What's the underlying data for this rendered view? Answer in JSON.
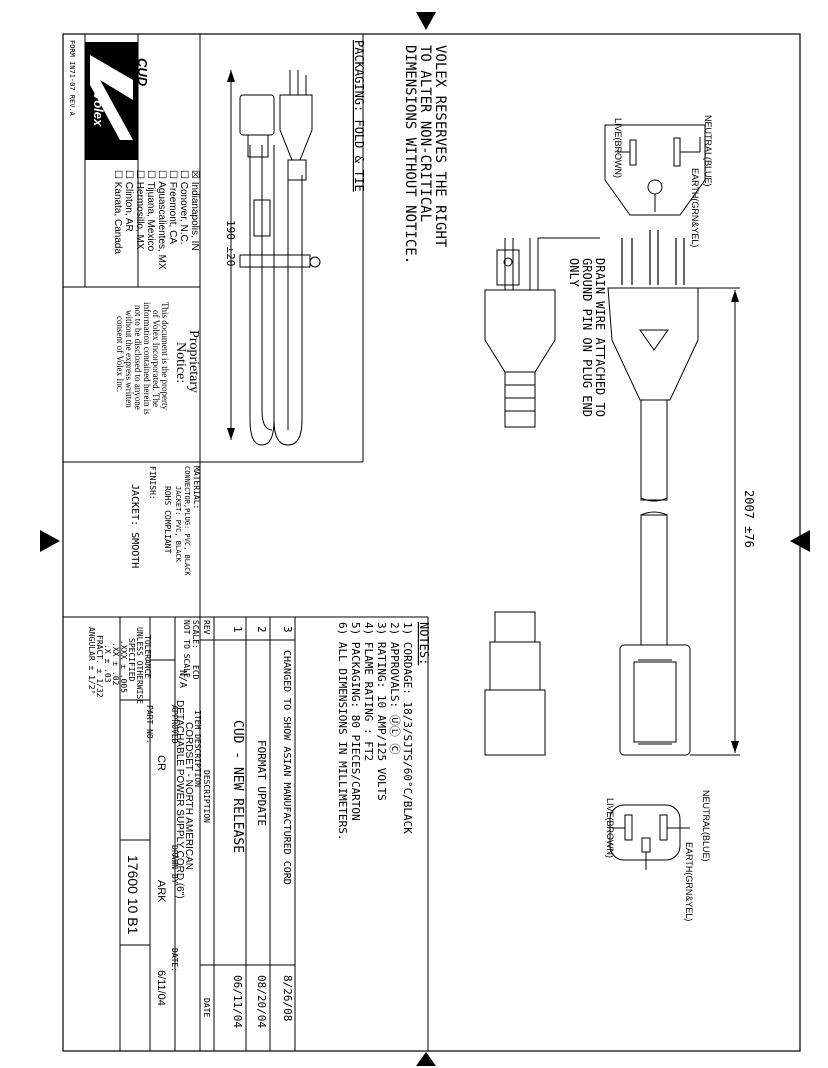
{
  "notice": {
    "line1": "VOLEX RESERVES THE RIGHT",
    "line2": "TO ALTER NON-CRITICAL",
    "line3": "DIMENSIONS WITHOUT NOTICE."
  },
  "packaging": "PACKAGING: FOLD & TIE",
  "drain_wire": {
    "line1": "DRAIN WIRE ATTACHED TO",
    "line2": "GROUND PIN ON PLUG END",
    "line3": "ONLY"
  },
  "plug_face": {
    "neutral": "NEUTRAL(BLUE)",
    "live": "LIVE(BROWN)",
    "earth": "EARTH(GRN&YEL)"
  },
  "connector_face": {
    "neutral": "NEUTRAL(BLUE)",
    "live": "LIVE(BROWN)",
    "earth": "EARTH(GRN&YEL)"
  },
  "dimensions": {
    "overall": "2007 ±76",
    "fold": "190 ±20"
  },
  "notes": {
    "title": "NOTES:",
    "items": [
      "1) CORDAGE: 18/3/SJTS/60°C/BLACK",
      "2) APPROVALS: ⓊⓁ Ⓒ",
      "3) RATING: 10 AMP/125 VOLTS",
      "4) FLAME RATING : FT2",
      "5) PACKAGING: 80 PIECES/CARTON",
      "6) ALL DIMENSIONS IN MILLIMETERS."
    ]
  },
  "revisions": {
    "header_rev": "REV",
    "header_desc": "DESCRIPTION",
    "header_date": "DATE",
    "rows": [
      {
        "rev": "3",
        "desc": "CHANGED TO SHOW ASIAN MANUFACTURED CORD",
        "date": "8/26/08"
      },
      {
        "rev": "2",
        "desc": "FORMAT UPDATE",
        "date": "08/20/04"
      },
      {
        "rev": "1",
        "desc": "CUD - NEW RELEASE",
        "date": "06/11/04"
      }
    ]
  },
  "title_block": {
    "scale_label": "SCALE:",
    "scale_value": "NOT TO SCALE",
    "ecd_label": "ECD",
    "ecd_value": "N/A",
    "item_desc_label": "ITEM DESCRIPTION",
    "item_desc_1": "CORDSET - NORTH AMERICAN",
    "item_desc_2": "DETACHABLE POWER SUPPLY CORD (6\")",
    "approved_label": "APPROVED",
    "approved_value": "CR",
    "drawn_label": "DRAWN BY",
    "drawn_value": "ARK",
    "date_label": "DATE:",
    "date_value": "6/11/04",
    "part_label": "PART NO.",
    "part_value": "17600 10 B1",
    "tolerance": [
      "TOLERANCE",
      "UNLESS OTHERWISE",
      "SPECIFIED",
      ".XXX ± .005",
      ".XX ± .02",
      ".X ± .03",
      "FRACT. ± 1/32",
      "ANGULAR ± 1/2°"
    ]
  },
  "material": {
    "label": "MATERIAL:",
    "line1": "CONNECTOR,PLUG: PVC, BLACK",
    "line2": "JACKET: PVC, BLACK",
    "line3": "ROHS COMPLIANT",
    "finish_label": "FINISH:",
    "finish_value": "JACKET: SMOOTH"
  },
  "proprietary": {
    "title1": "Proprietary",
    "title2": "Notice:",
    "lines": [
      "This document is the property",
      "of Volex Incorporated. The",
      "information contained herein is",
      "not to be disclosed to anyone",
      "without the express written",
      "consent of Volex Inc."
    ]
  },
  "locations": [
    {
      "mark": "☒",
      "name": "Indianapolis, IN"
    },
    {
      "mark": "☐",
      "name": "Conover, N.C."
    },
    {
      "mark": "☐",
      "name": "Freemont, CA"
    },
    {
      "mark": "☐",
      "name": "Aguascalientes, MX"
    },
    {
      "mark": "☐",
      "name": "Tijuana, Mexico"
    },
    {
      "mark": "☐",
      "name": "Hermosillo, MX"
    },
    {
      "mark": "☐",
      "name": "Clinton, AR"
    },
    {
      "mark": "☐",
      "name": "Kanata, Canada"
    }
  ],
  "logo": {
    "brand": "Volex",
    "sub": "CUD"
  },
  "form_id": "FORM IN71-07 REV.A"
}
